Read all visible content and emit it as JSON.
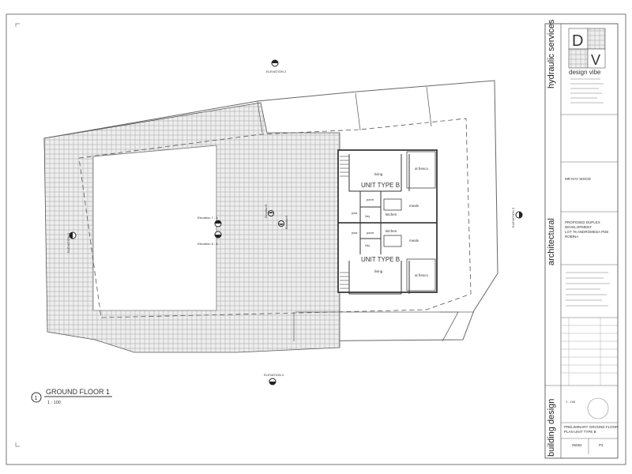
{
  "drawing": {
    "title": "GROUND FLOOR 1",
    "view_number": "1",
    "scale": "1 : 100",
    "units": [
      {
        "name": "UNIT TYPE B"
      },
      {
        "name": "UNIT TYPE B"
      }
    ],
    "room_labels": {
      "living": "living",
      "al_fresco": "al fresco",
      "kitchen": "kitchen",
      "meals": "meals",
      "pantry": "pantr",
      "wc": "l/dy",
      "pwd": "pwd"
    },
    "elevations": {
      "e1": "ELEVATION 1",
      "e2": "ELEVATION 2",
      "e3": "ELEVATION 3",
      "e4": "ELEVATION 4",
      "e7": "Elevation 7 - A",
      "e8": "Elevation 8 - A",
      "e5": "Elevation 5",
      "e6": "Elevation 6"
    }
  },
  "title_block": {
    "firm": "design vibe",
    "logo_letters": [
      "D",
      "V"
    ],
    "disciplines": [
      "hydraulic services",
      "architectural",
      "building design"
    ],
    "client": "MR RAY WOOD",
    "project_lines": [
      "PROPOSED DUPLEX",
      "DEVELOPMENT",
      "LOT 76 ANDROMEDA PDE",
      "ROBINA"
    ],
    "sheet_title_lines": [
      "PRELIMINARY GROUND FLOOR",
      "PLAN UNIT TYPE B"
    ],
    "scale": "1 : 100",
    "job_no": "05092",
    "drawing_no": "P2"
  }
}
